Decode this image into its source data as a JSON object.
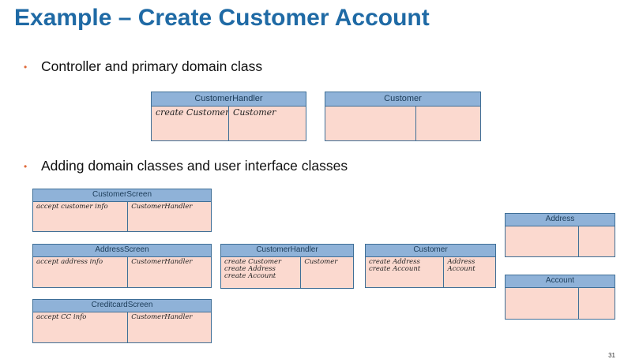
{
  "slide": {
    "title": "Example – Create Customer Account",
    "bullet1": "Controller and primary domain class",
    "bullet2": "Adding domain classes and user interface classes",
    "page_number": "31"
  },
  "cards_top": {
    "handler": {
      "name": "CustomerHandler",
      "left": [
        "create Customer"
      ],
      "right": [
        "Customer"
      ]
    },
    "customer": {
      "name": "Customer",
      "left": [],
      "right": []
    }
  },
  "cards": {
    "customer_screen": {
      "name": "CustomerScreen",
      "left": [
        "accept customer info"
      ],
      "right": [
        "CustomerHandler"
      ]
    },
    "address_screen": {
      "name": "AddressScreen",
      "left": [
        "accept address info"
      ],
      "right": [
        "CustomerHandler"
      ]
    },
    "creditcard_screen": {
      "name": "CreditcardScreen",
      "left": [
        "accept CC info"
      ],
      "right": [
        "CustomerHandler"
      ]
    },
    "handler": {
      "name": "CustomerHandler",
      "left": [
        "create Customer",
        "create Address",
        "create Account"
      ],
      "right": [
        "Customer"
      ]
    },
    "customer": {
      "name": "Customer",
      "left": [
        "create Address",
        "create Account"
      ],
      "right": [
        "Address",
        "Account"
      ]
    },
    "address": {
      "name": "Address",
      "left": [],
      "right": []
    },
    "account": {
      "name": "Account",
      "left": [],
      "right": []
    }
  }
}
